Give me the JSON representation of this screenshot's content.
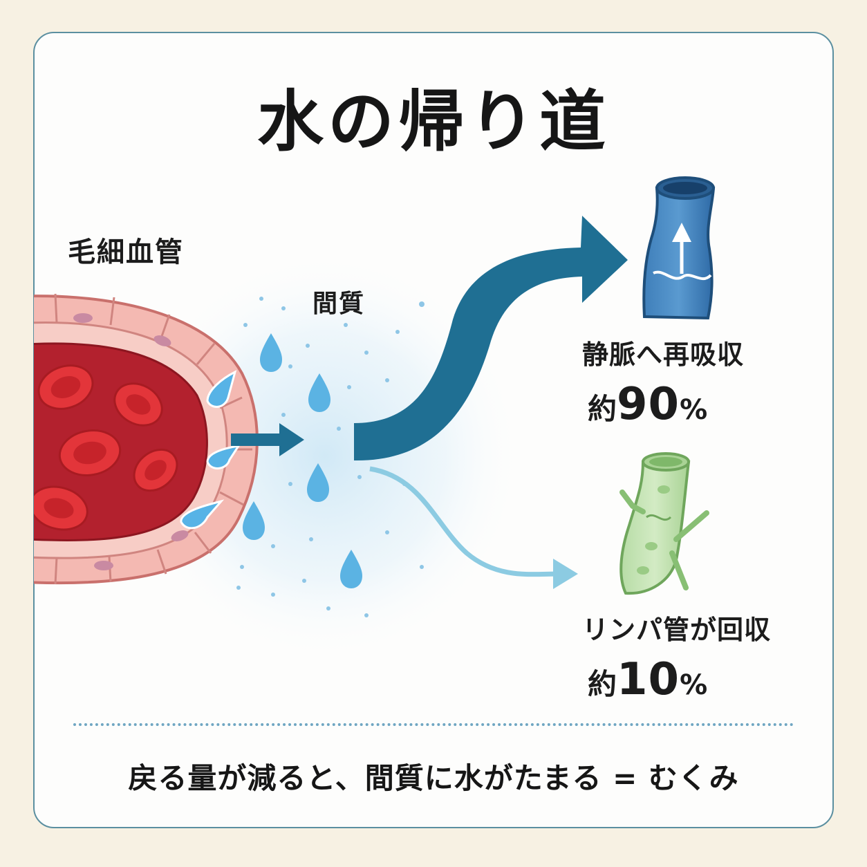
{
  "title": "水の帰り道",
  "labels": {
    "capillary": "毛細血管",
    "interstitium": "間質"
  },
  "vein": {
    "caption": "静脈へ再吸収",
    "prefix": "約",
    "percent": 90,
    "unit": "%",
    "color": "#1f6f93"
  },
  "lymph": {
    "caption": "リンパ管が回収",
    "prefix": "約",
    "percent": 10,
    "unit": "%",
    "color": "#8ccbe2"
  },
  "footer": "戻る量が減ると、間質に水がたまる = むくみ",
  "icons": [
    "capillary-icon",
    "red-blood-cell-icon",
    "water-drop-icon",
    "vein-icon",
    "lymph-vessel-icon",
    "arrow-right-icon"
  ]
}
